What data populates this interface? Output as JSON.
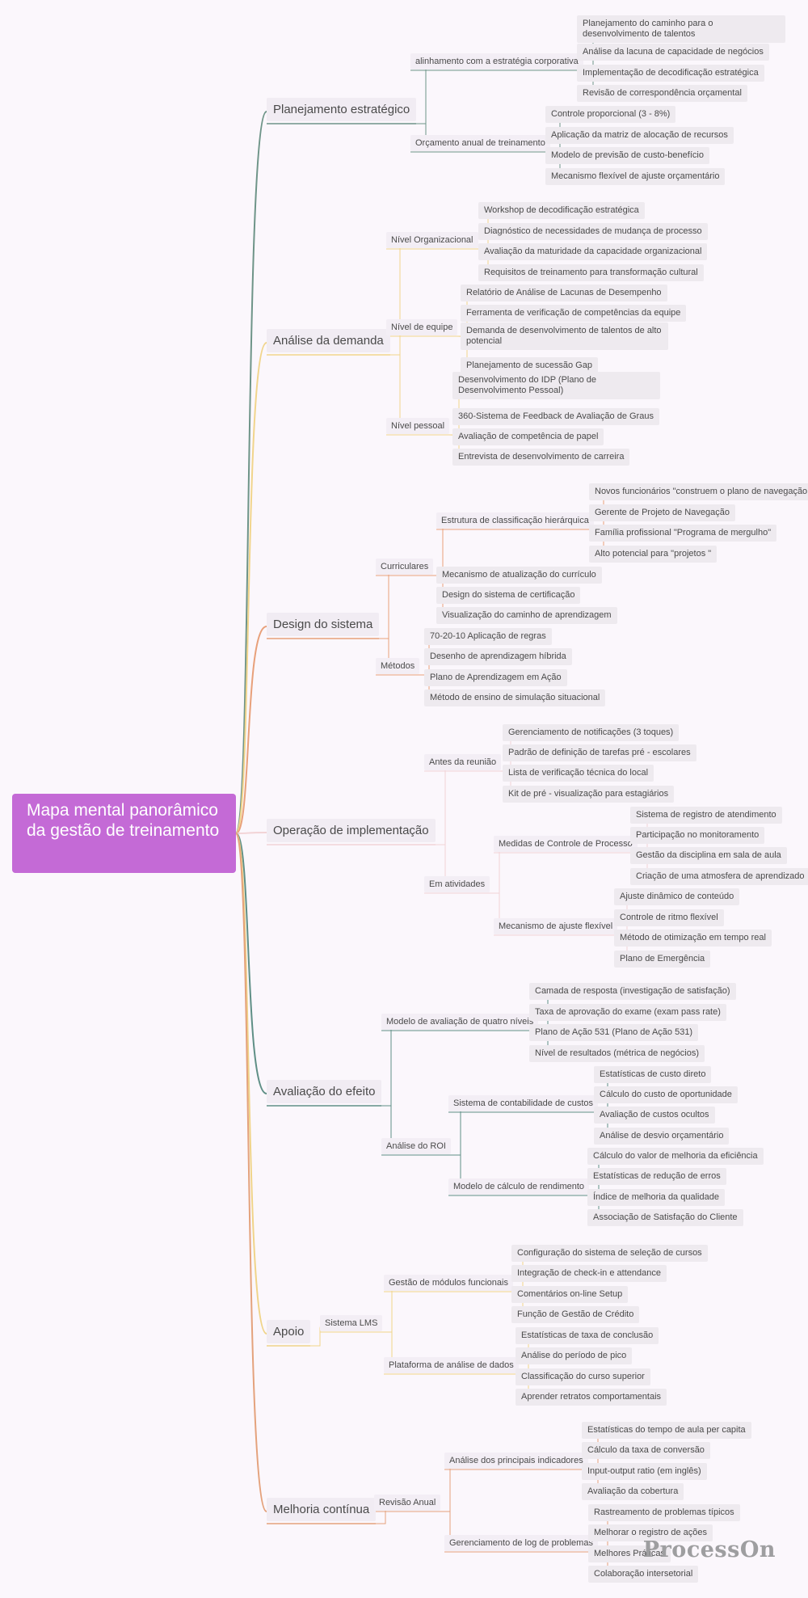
{
  "root": "Mapa mental panorâmico da gestão de treinamento",
  "watermark": "ProcessOn",
  "branches": [
    {
      "label": "Planejamento estratégico",
      "color": "#6e9488",
      "children": [
        {
          "label": "alinhamento com a estratégia corporativa",
          "children": [
            "Planejamento do caminho para o desenvolvimento de talentos",
            "Análise da lacuna de capacidade de negócios",
            "Implementação de decodificação estratégica",
            "Revisão de correspondência orçamental"
          ]
        },
        {
          "label": "Orçamento anual de treinamento",
          "children": [
            "Controle proporcional (3 - 8%)",
            "Aplicação da matriz de alocação de recursos",
            "Modelo de previsão de custo-benefício",
            "Mecanismo flexível de ajuste orçamentário"
          ]
        }
      ]
    },
    {
      "label": "Análise da demanda",
      "color": "#f1d58c",
      "children": [
        {
          "label": "Nível Organizacional",
          "children": [
            "Workshop de decodificação estratégica",
            "Diagnóstico de necessidades de mudança de processo",
            "Avaliação da maturidade da capacidade organizacional",
            "Requisitos de treinamento para transformação cultural"
          ]
        },
        {
          "label": "Nível de equipe",
          "children": [
            "Relatório de Análise de Lacunas de Desempenho",
            "Ferramenta de verificação de competências da equipe",
            "Demanda de desenvolvimento de talentos de alto potencial",
            "Planejamento de sucessão Gap"
          ]
        },
        {
          "label": "Nível pessoal",
          "children": [
            "Desenvolvimento do IDP (Plano de Desenvolvimento Pessoal)",
            "360-Sistema de Feedback de Avaliação de Graus",
            "Avaliação de competência de papel",
            "Entrevista de desenvolvimento de carreira"
          ]
        }
      ]
    },
    {
      "label": "Design do sistema",
      "color": "#e8a07a",
      "children": [
        {
          "label": "Curriculares",
          "children": [
            {
              "label": "Estrutura de classificação hierárquica",
              "children": [
                "Novos funcionários \"construem o plano de navegação \"",
                "Gerente de Projeto de Navegação",
                "Família profissional \"Programa de mergulho\"",
                "Alto potencial para \"projetos \""
              ]
            },
            "Mecanismo de atualização do currículo",
            "Design do sistema de certificação",
            "Visualização do caminho de aprendizagem"
          ]
        },
        {
          "label": "Métodos",
          "children": [
            "70-20-10 Aplicação de regras",
            "Desenho de aprendizagem híbrida",
            "Plano de Aprendizagem em Ação",
            "Método de ensino de simulação situacional"
          ]
        }
      ]
    },
    {
      "label": "Operação de implementação",
      "color": "#f2d3d6",
      "children": [
        {
          "label": "Antes da reunião",
          "children": [
            "Gerenciamento de notificações (3 toques)",
            "Padrão de definição de tarefas pré - escolares",
            "Lista de verificação técnica do local",
            "Kit de pré - visualização para estagiários"
          ]
        },
        {
          "label": "Em atividades",
          "children": [
            {
              "label": "Medidas de Controle de Processo",
              "children": [
                "Sistema de registro de atendimento",
                "Participação no monitoramento",
                "Gestão da disciplina em sala de aula",
                "Criação de uma atmosfera de aprendizado"
              ]
            },
            {
              "label": "Mecanismo de ajuste flexível",
              "children": [
                "Ajuste dinâmico de conteúdo",
                "Controle de ritmo flexível",
                "Método de otimização em tempo real",
                "Plano de Emergência"
              ]
            }
          ]
        }
      ]
    },
    {
      "label": "Avaliação do efeito",
      "color": "#5f8f86",
      "children": [
        {
          "label": "Modelo de avaliação de quatro níveis",
          "children": [
            "Camada de resposta (investigação de satisfação)",
            "Taxa de aprovação do exame (exam pass rate)",
            "Plano de Ação 531 (Plano de Ação 531)",
            "Nível de resultados (métrica de negócios)"
          ]
        },
        {
          "label": "Análise do ROI",
          "children": [
            {
              "label": "Sistema de contabilidade de custos",
              "children": [
                "Estatísticas de custo direto",
                "Cálculo do custo de oportunidade",
                "Avaliação de custos ocultos",
                "Análise de desvio orçamentário"
              ]
            },
            {
              "label": "Modelo de cálculo de rendimento",
              "children": [
                "Cálculo do valor de melhoria da eficiência",
                "Estatísticas de redução de erros",
                "Índice de melhoria da qualidade",
                "Associação de Satisfação do Cliente"
              ]
            }
          ]
        }
      ]
    },
    {
      "label": "Apoio",
      "color": "#f0d489",
      "children": [
        {
          "label": "Sistema LMS",
          "children": [
            {
              "label": "Gestão de módulos funcionais",
              "children": [
                "Configuração do sistema de seleção de cursos",
                "Integração de check-in e attendance",
                "Comentários on-line Setup",
                "Função de Gestão de Crédito"
              ]
            },
            {
              "label": "Plataforma de análise de dados",
              "children": [
                "Estatísticas de taxa de conclusão",
                "Análise do período de pico",
                "Classificação do curso superior",
                "Aprender retratos comportamentais"
              ]
            }
          ]
        }
      ]
    },
    {
      "label": "Melhoria contínua",
      "color": "#e4a27c",
      "children": [
        {
          "label": "Revisão Anual",
          "children": [
            {
              "label": "Análise dos principais indicadores",
              "children": [
                "Estatísticas do tempo de aula per capita",
                "Cálculo da taxa de conversão",
                "Input-output ratio (em inglês)",
                "Avaliação da cobertura"
              ]
            },
            {
              "label": "Gerenciamento de log de problemas",
              "children": [
                "Rastreamento de problemas típicos",
                "Melhorar o registro de ações",
                "Melhores Práticas",
                "Colaboração intersetorial"
              ]
            }
          ]
        }
      ]
    }
  ]
}
